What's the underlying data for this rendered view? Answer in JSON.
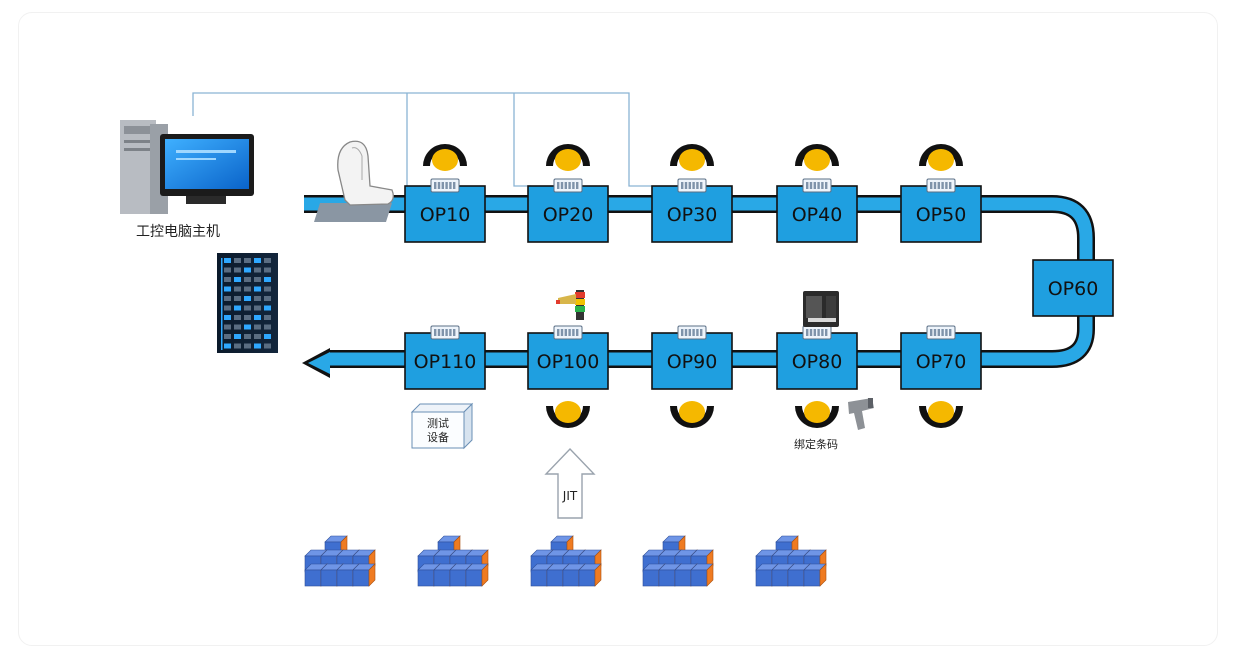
{
  "host_label": "工控电脑主机",
  "stations_top": [
    "OP10",
    "OP20",
    "OP30",
    "OP40",
    "OP50"
  ],
  "station_right": "OP60",
  "stations_bottom": [
    "OP70",
    "OP80",
    "OP90",
    "OP100",
    "OP110"
  ],
  "test_equipment_label": [
    "测试",
    "设备"
  ],
  "barcode_label": "绑定条码",
  "jit_label": "JIT",
  "colors": {
    "belt": "#29a8e6",
    "station": "#1f9fe0",
    "outline": "#111111",
    "operator": "#f5b800",
    "network_line": "#8ab4d4",
    "crate_blue": "#3f6fd0",
    "crate_orange": "#ef7b21"
  },
  "icons": [
    "industrial-pc-icon",
    "server-rack-icon",
    "car-seat-icon",
    "keypad-terminal-icon",
    "signal-tower-icon",
    "label-printer-icon",
    "barcode-scanner-icon",
    "operator-icon",
    "parts-crate-icon"
  ]
}
